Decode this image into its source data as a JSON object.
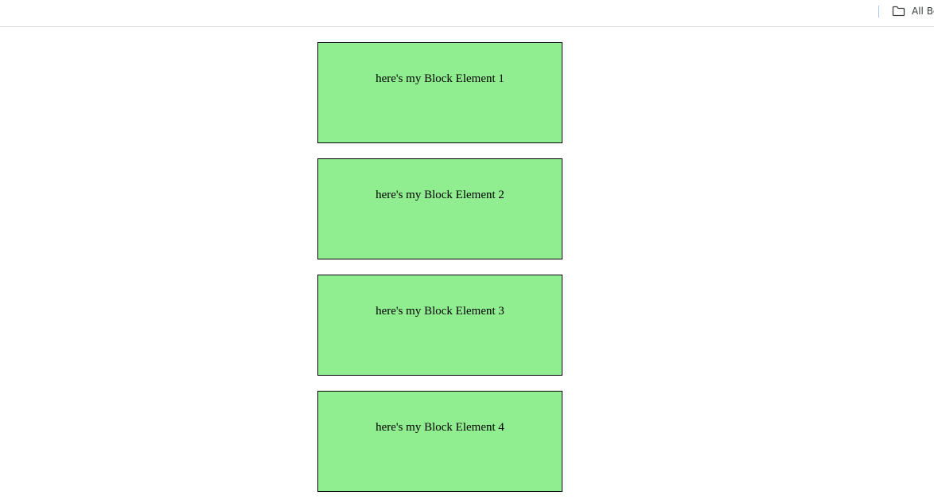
{
  "bookmarks_bar": {
    "all_bookmarks_label": "All Bookmarks",
    "folder_icon": "folder-icon"
  },
  "blocks": [
    {
      "label": "here's my Block Element 1"
    },
    {
      "label": "here's my Block Element 2"
    },
    {
      "label": "here's my Block Element 3"
    },
    {
      "label": "here's my Block Element 4"
    }
  ],
  "colors": {
    "block_background": "#90ee90",
    "block_border": "#000000"
  }
}
